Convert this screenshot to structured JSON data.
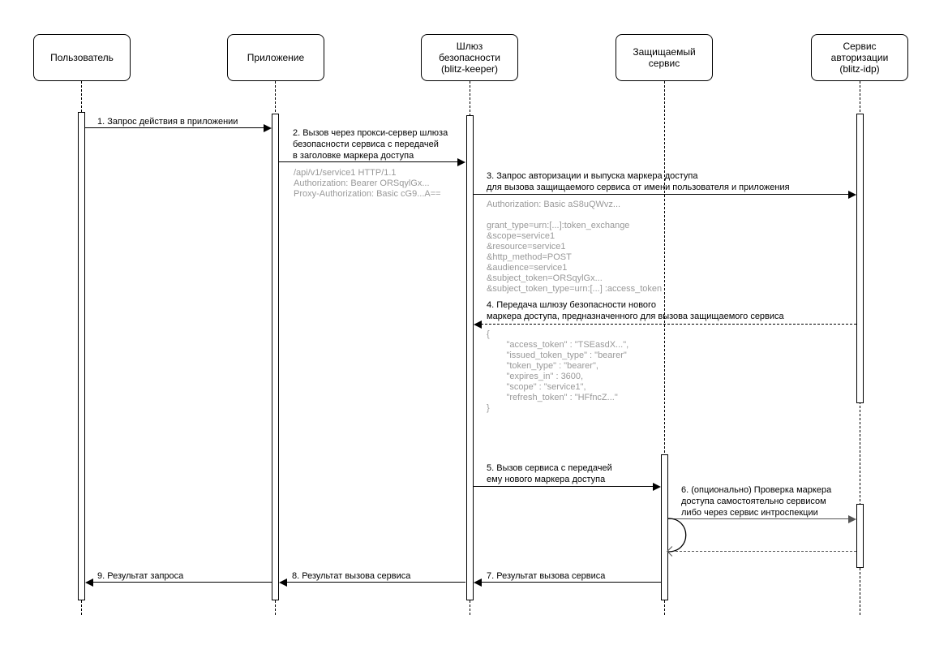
{
  "actors": [
    {
      "label": "Пользователь"
    },
    {
      "label": "Приложение"
    },
    {
      "label": "Шлюз\nбезопасности\n(blitz-keeper)"
    },
    {
      "label": "Защищаемый\nсервис"
    },
    {
      "label": "Сервис\nавторизации\n(blitz-idp)"
    }
  ],
  "messages": [
    {
      "label": "1. Запрос действия в приложении"
    },
    {
      "label": "2. Вызов через прокси-сервер шлюза\nбезопасности сервиса с передачей\nв заголовке маркера доступа",
      "detail": "/api/v1/service1 HTTP/1.1\nAuthorization: Bearer ORSqylGx...\nProxy-Authorization: Basic cG9...A=="
    },
    {
      "label": "3. Запрос авторизации и выпуска маркера доступа\nдля вызова защищаемого сервиса от имени пользователя и приложения",
      "detail": "Authorization: Basic aS8uQWvz...\n\ngrant_type=urn:[...]:token_exchange\n&scope=service1\n&resource=service1\n&http_method=POST\n&audience=service1\n&subject_token=ORSqylGx...\n&subject_token_type=urn:[...] :access_token"
    },
    {
      "label": "4. Передача шлюзу безопасности нового\nмаркера доступа, предназначенного для вызова защищаемого сервиса",
      "detail": "{\n        \"access_token\" : \"TSEasdX...\",\n        \"issued_token_type\" : \"bearer\"\n        \"token_type\" : \"bearer\",\n        \"expires_in\" : 3600,\n        \"scope\" : \"service1\",\n        \"refresh_token\" : \"HFfncZ...\"\n}"
    },
    {
      "label": "5. Вызов сервиса с передачей\nему нового маркера доступа"
    },
    {
      "label": "6. (опционально) Проверка маркера\nдоступа самостоятельно сервисом\nлибо через сервис интроспекции"
    },
    {
      "label": "7. Результат вызова сервиса"
    },
    {
      "label": "8. Результат вызова сервиса"
    },
    {
      "label": "9. Результат запроса"
    }
  ],
  "colors": {
    "stroke": "#000000",
    "secondary_stroke": "#555555",
    "detail_text": "#999999",
    "background": "#ffffff"
  }
}
